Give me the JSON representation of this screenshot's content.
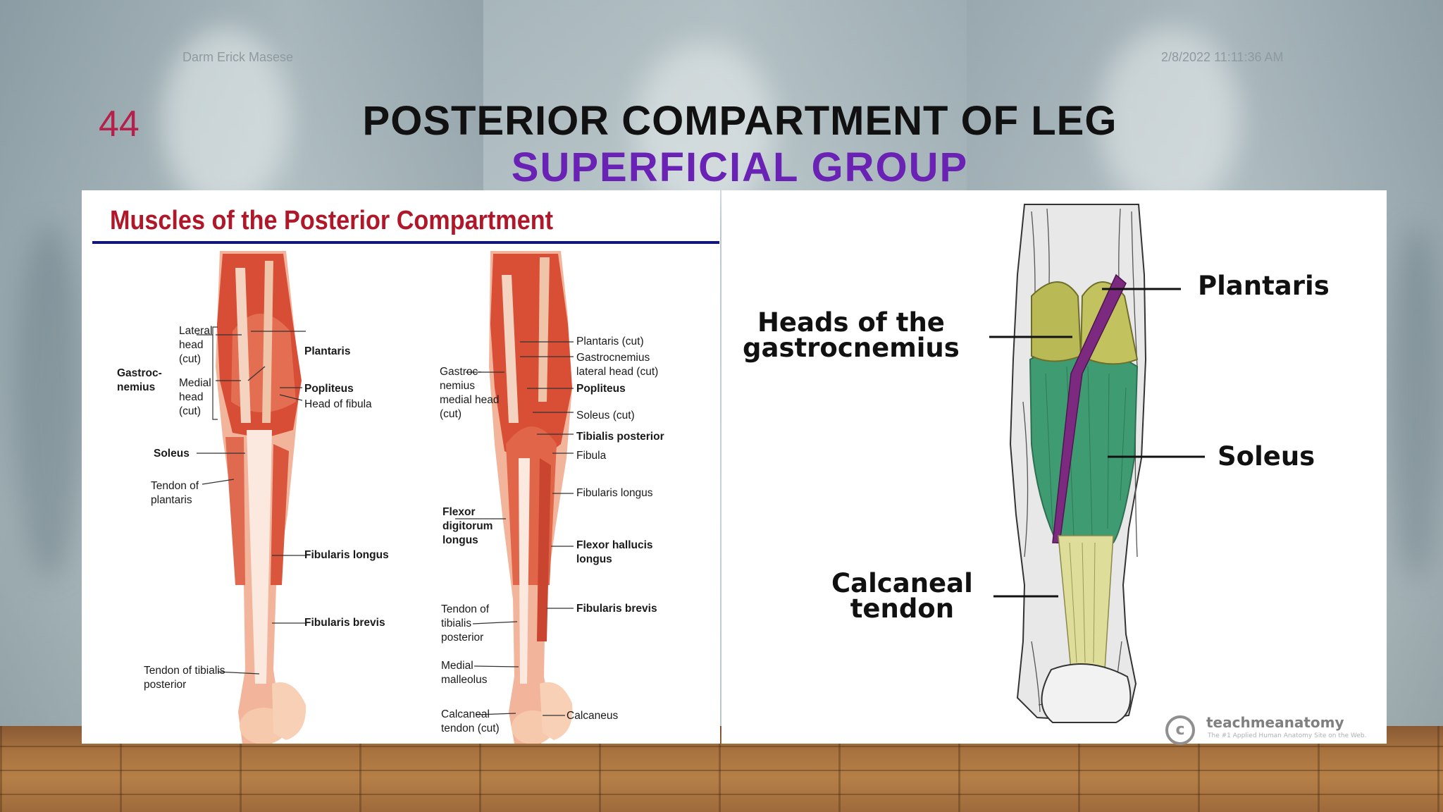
{
  "header": {
    "author": "Darm Erick Masese",
    "datetime": "2/8/2022 11:11:36 AM",
    "slide_number": "44",
    "title": "POSTERIOR COMPARTMENT OF LEG",
    "subtitle": "SUPERFICIAL  GROUP"
  },
  "left_figure": {
    "heading": "Muscles of the Posterior Compartment",
    "labels_a": {
      "gastrocnemius": "Gastroc-\nnemius",
      "lateral_head": "Lateral\nhead\n(cut)",
      "medial_head": "Medial\nhead\n(cut)",
      "plantaris": "Plantaris",
      "popliteus": "Popliteus",
      "head_of_fibula": "Head of fibula",
      "soleus": "Soleus",
      "tendon_of_plantaris": "Tendon of\nplantaris",
      "fibularis_longus": "Fibularis longus",
      "fibularis_brevis": "Fibularis brevis",
      "tendon_tibialis_posterior": "Tendon of tibialis\nposterior"
    },
    "labels_b": {
      "gastrocnemius_medial": "Gastroc-\nnemius\nmedial head\n(cut)",
      "plantaris_cut": "Plantaris (cut)",
      "gastrocnemius_lateral": "Gastrocnemius\nlateral head (cut)",
      "popliteus": "Popliteus",
      "soleus_cut": "Soleus (cut)",
      "tibialis_posterior": "Tibialis posterior",
      "fibula": "Fibula",
      "fibularis_longus": "Fibularis longus",
      "flexor_digitorum": "Flexor\ndigitorum\nlongus",
      "flexor_hallucis": "Flexor hallucis\nlongus",
      "fibularis_brevis": "Fibularis brevis",
      "tendon_tibialis": "Tendon of\ntibialis\nposterior",
      "medial_malleolus": "Medial\nmalleolus",
      "calcaneal_tendon": "Calcaneal\ntendon (cut)",
      "calcaneus": "Calcaneus"
    }
  },
  "right_figure": {
    "plantaris": "Plantaris",
    "heads_gastrocnemius": "Heads of the\ngastrocnemius",
    "soleus": "Soleus",
    "calcaneal_tendon": "Calcaneal\ntendon",
    "watermark_name": "teachmeanatomy",
    "watermark_tagline": "The #1 Applied Human Anatomy Site on the Web."
  },
  "colors": {
    "title": "#111111",
    "subtitle": "#6a22b4",
    "slide_number": "#b5204a",
    "figure_heading": "#b0182a",
    "muscle_red": "#d9553c",
    "gastrocnemius_yellow": "#b9b956",
    "soleus_green": "#3f9b72",
    "plantaris_purple": "#7b2a7f"
  }
}
